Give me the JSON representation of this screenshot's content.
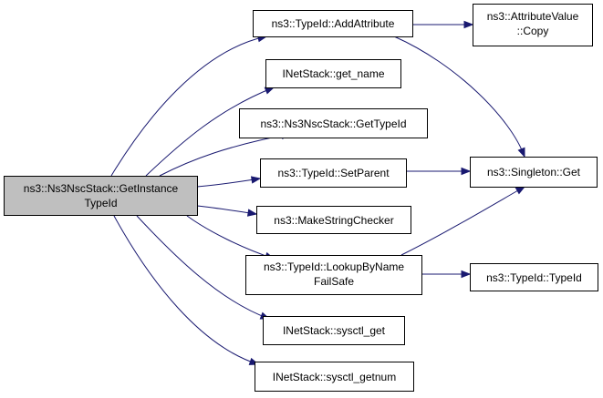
{
  "colors": {
    "edge": "#191970",
    "root_fill": "#bfbfbf",
    "node_fill": "#ffffff",
    "node_border": "#000000"
  },
  "nodes": {
    "root": {
      "lines": [
        "ns3::Ns3NscStack::GetInstance",
        "TypeId"
      ]
    },
    "add_attribute": {
      "lines": [
        "ns3::TypeId::AddAttribute"
      ]
    },
    "get_name": {
      "lines": [
        "INetStack::get_name"
      ]
    },
    "get_type_id": {
      "lines": [
        "ns3::Ns3NscStack::GetTypeId"
      ]
    },
    "set_parent": {
      "lines": [
        "ns3::TypeId::SetParent"
      ]
    },
    "make_string_checker": {
      "lines": [
        "ns3::MakeStringChecker"
      ]
    },
    "lookup_by_name_failsafe": {
      "lines": [
        "ns3::TypeId::LookupByName",
        "FailSafe"
      ]
    },
    "sysctl_get": {
      "lines": [
        "INetStack::sysctl_get"
      ]
    },
    "sysctl_getnum": {
      "lines": [
        "INetStack::sysctl_getnum"
      ]
    },
    "attribute_value_copy": {
      "lines": [
        "ns3::AttributeValue",
        "::Copy"
      ]
    },
    "singleton_get": {
      "lines": [
        "ns3::Singleton::Get"
      ]
    },
    "typeid_typeid": {
      "lines": [
        "ns3::TypeId::TypeId"
      ]
    }
  },
  "edges": [
    {
      "from": "root",
      "to": "add_attribute"
    },
    {
      "from": "root",
      "to": "get_name"
    },
    {
      "from": "root",
      "to": "get_type_id"
    },
    {
      "from": "root",
      "to": "set_parent"
    },
    {
      "from": "root",
      "to": "make_string_checker"
    },
    {
      "from": "root",
      "to": "lookup_by_name_failsafe"
    },
    {
      "from": "root",
      "to": "sysctl_get"
    },
    {
      "from": "root",
      "to": "sysctl_getnum"
    },
    {
      "from": "add_attribute",
      "to": "attribute_value_copy"
    },
    {
      "from": "add_attribute",
      "to": "singleton_get"
    },
    {
      "from": "set_parent",
      "to": "singleton_get"
    },
    {
      "from": "lookup_by_name_failsafe",
      "to": "singleton_get"
    },
    {
      "from": "lookup_by_name_failsafe",
      "to": "typeid_typeid"
    }
  ]
}
